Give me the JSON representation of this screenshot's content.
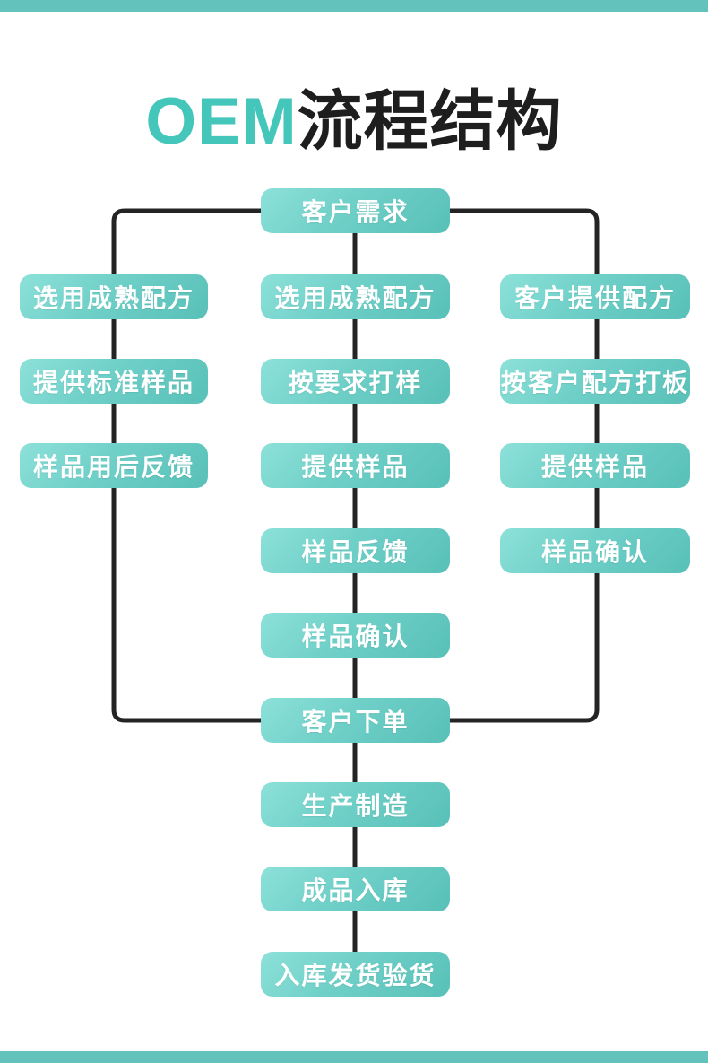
{
  "page": {
    "title_accent": "OEM",
    "title_rest": "流程结构"
  },
  "colors": {
    "accent_teal": "#45c6ba",
    "edge_bar": "#63c2bc",
    "node_gradient_light": "#8de1d9",
    "node_gradient_dark": "#58c0b8",
    "node_text": "#ffffff",
    "title_text": "#1e1e1e",
    "connector_line": "#242424",
    "background": "#ffffff"
  },
  "flow": {
    "top": "客户需求",
    "left_column": [
      "选用成熟配方",
      "提供标准样品",
      "样品用后反馈"
    ],
    "middle_column": [
      "选用成熟配方",
      "按要求打样",
      "提供样品",
      "样品反馈",
      "样品确认"
    ],
    "right_column": [
      "客户提供配方",
      "按客户配方打板",
      "提供样品",
      "样品确认"
    ],
    "converge": "客户下单",
    "bottom_chain": [
      "生产制造",
      "成品入库",
      "入库发货验货"
    ]
  }
}
